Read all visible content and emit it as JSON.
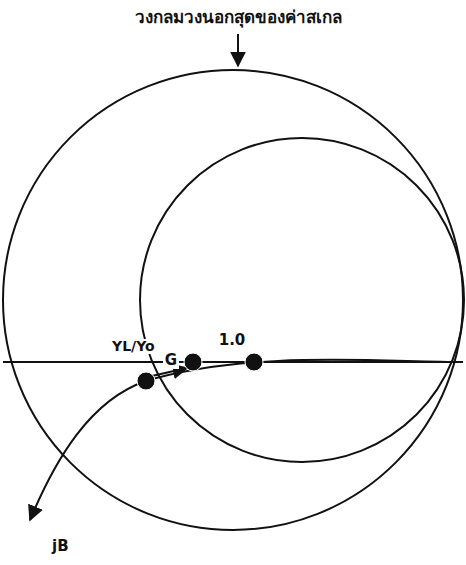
{
  "diagram": {
    "labels": [
      "วงกลมวงนอกสุดของค่าสเกล",
      "1.0",
      "G",
      "YL/Yo",
      "jB"
    ]
  }
}
